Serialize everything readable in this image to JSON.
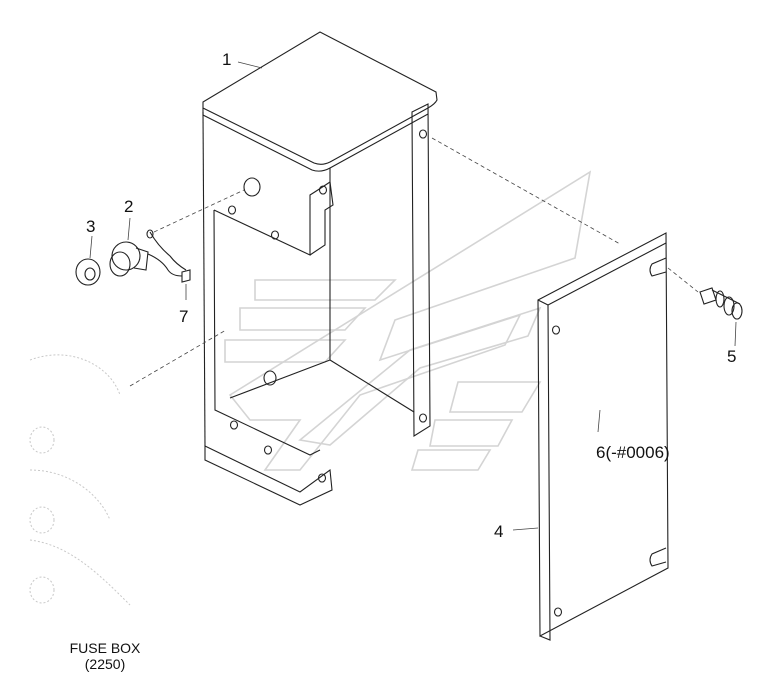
{
  "callouts": {
    "part1": "1",
    "part2": "2",
    "part3": "3",
    "part4": "4",
    "part5": "5",
    "part6": "6(-#0006)",
    "part7": "7"
  },
  "caption": {
    "line1": "FUSE BOX",
    "line2": "(2250)"
  }
}
